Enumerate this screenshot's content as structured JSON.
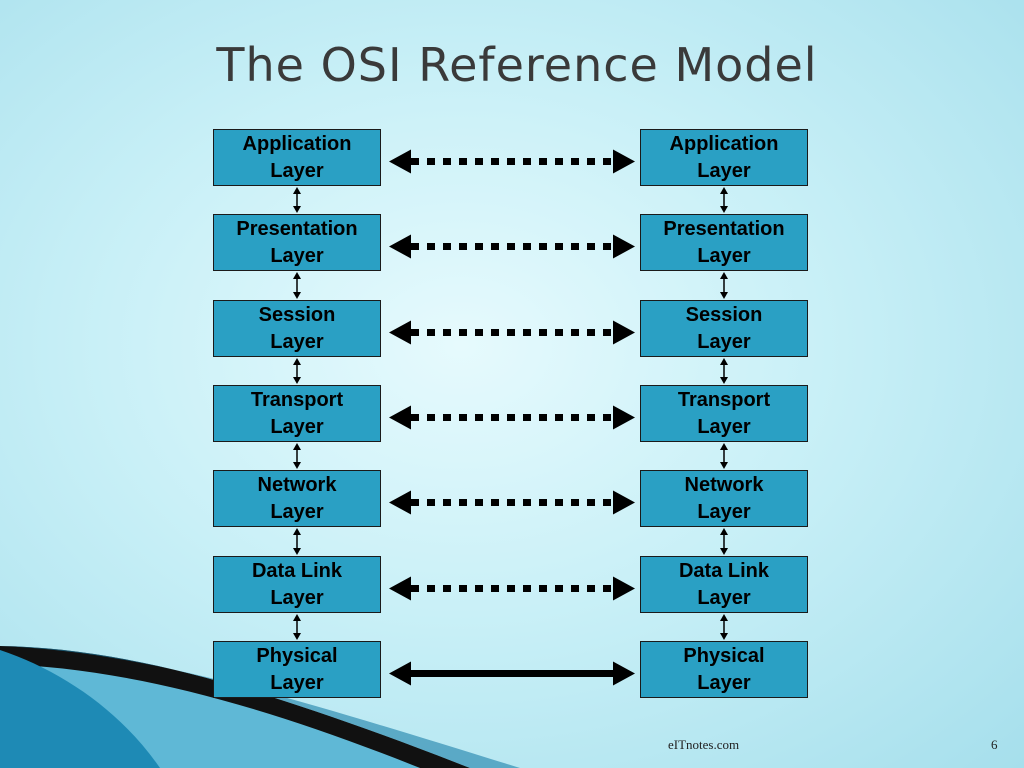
{
  "title": "The OSI Reference Model",
  "layers": [
    {
      "line1": "Application",
      "line2": "Layer"
    },
    {
      "line1": "Presentation",
      "line2": "Layer"
    },
    {
      "line1": "Session",
      "line2": "Layer"
    },
    {
      "line1": "Transport",
      "line2": "Layer"
    },
    {
      "line1": "Network",
      "line2": "Layer"
    },
    {
      "line1": "Data Link",
      "line2": "Layer"
    },
    {
      "line1": "Physical",
      "line2": "Layer"
    }
  ],
  "peer_links": [
    "dotted",
    "dotted",
    "dotted",
    "dotted",
    "dotted",
    "dotted",
    "solid"
  ],
  "footer": {
    "source": "eITnotes.com",
    "page": "6"
  },
  "colors": {
    "box_fill": "#2aa0c4",
    "title": "#3a3a3a",
    "accent_dark": "#0d5f86"
  }
}
